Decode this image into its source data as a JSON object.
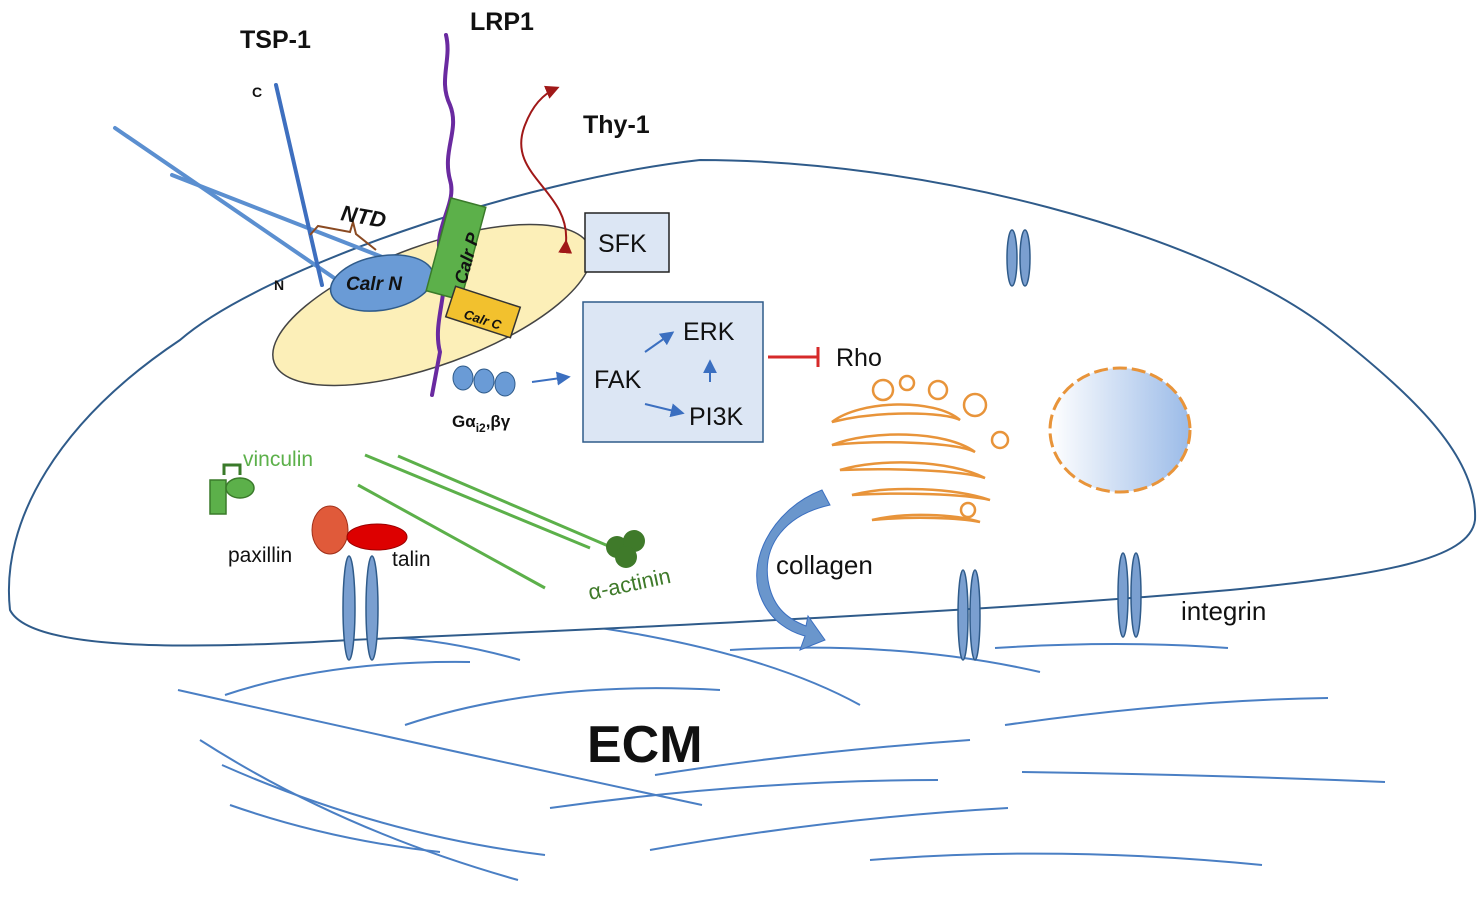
{
  "labels": {
    "tsp1": "TSP-1",
    "lrp1": "LRP1",
    "thy1": "Thy-1",
    "c_term": "C",
    "n_term": "N",
    "ntd": "NTD",
    "calr_n": "Calr N",
    "calr_p": "Calr P",
    "calr_c": "Calr C",
    "sfk": "SFK",
    "erk": "ERK",
    "fak": "FAK",
    "pi3k": "PI3K",
    "rho": "Rho",
    "g_alpha": "Gα",
    "g_sub": "i2",
    "g_beta": ",βγ",
    "vinculin": "vinculin",
    "paxillin": "paxillin",
    "talin": "talin",
    "alpha_actinin": "α-actinin",
    "collagen": "collagen",
    "integrin": "integrin",
    "ecm": "ECM"
  },
  "colors": {
    "membrane": "#2f5b8a",
    "fiber": "#4a7fc4",
    "tsp1": "#5b8fd0",
    "lrp1": "#6a2aa0",
    "thy1_arrow": "#a01818",
    "raft": "#fcefb8",
    "calr_n": "#6a9bd6",
    "calr_p": "#5cb04a",
    "calr_c": "#f2c12e",
    "signal_box": "#dce6f4",
    "inhibit": "#d62a2a",
    "vinculin": "#5cb04a",
    "actinin": "#3f7a2a",
    "paxillin": "#e05a3a",
    "talin": "#dd0000",
    "golgi": "#e8943a",
    "integrin": "#7a9fd0"
  }
}
